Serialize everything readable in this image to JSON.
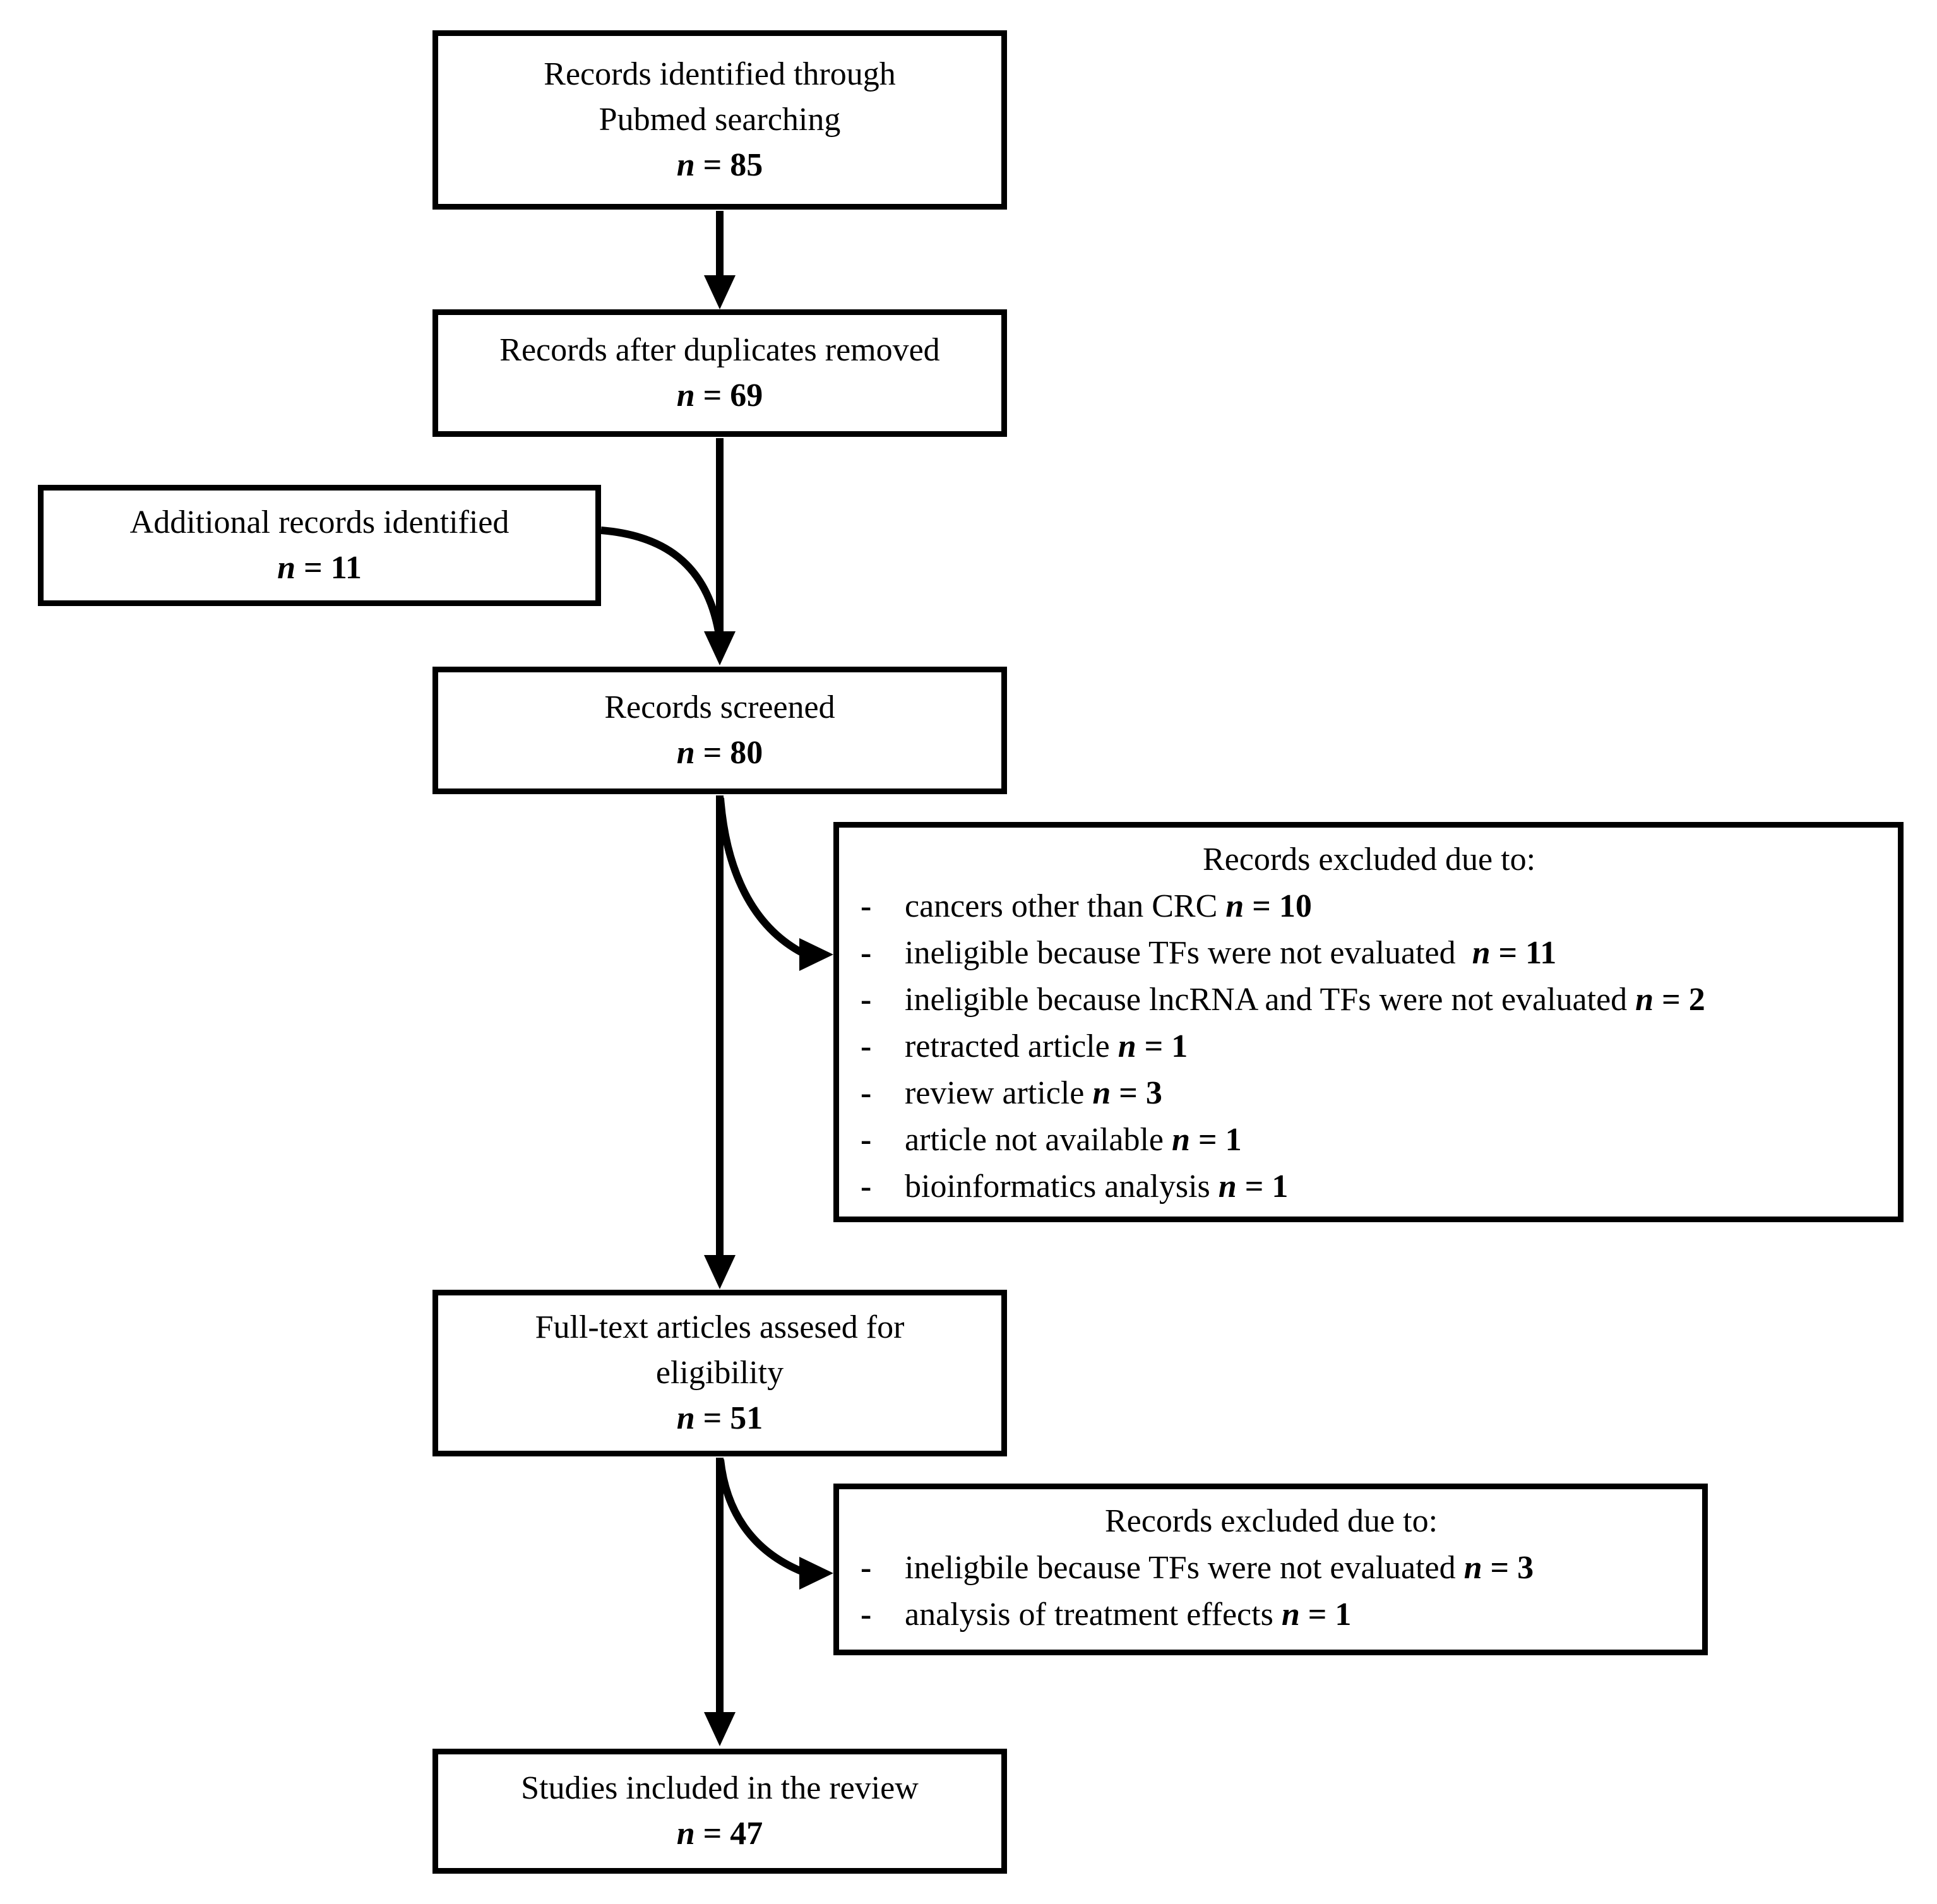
{
  "colors": {
    "ink": "#000000",
    "background": "#ffffff"
  },
  "boxes": {
    "identification": {
      "lines": [
        "Records identified through",
        "Pubmed searching"
      ],
      "n": "n",
      "count": " = 85"
    },
    "dedup": {
      "lines": [
        "Records after duplicates removed"
      ],
      "n": "n",
      "count": " = 69"
    },
    "additional": {
      "lines": [
        "Additional records identified"
      ],
      "n": "n",
      "count": " = 11"
    },
    "screened": {
      "lines": [
        "Records screened"
      ],
      "n": "n",
      "count": " = 80"
    },
    "excluded1": {
      "title": "Records excluded due to:",
      "bullet": "-",
      "items": [
        {
          "text": "cancers other than CRC ",
          "n": "n",
          "count": " = 10"
        },
        {
          "text": "ineligible because TFs were not evaluated  ",
          "n": "n",
          "count": " = 11"
        },
        {
          "text": "ineligible because lncRNA and TFs were not evaluated ",
          "n": "n",
          "count": " = 2"
        },
        {
          "text": "retracted article ",
          "n": "n",
          "count": " = 1"
        },
        {
          "text": "review article ",
          "n": "n",
          "count": " = 3"
        },
        {
          "text": "article not available ",
          "n": "n",
          "count": " = 1"
        },
        {
          "text": "bioinformatics analysis ",
          "n": "n",
          "count": " = 1"
        }
      ]
    },
    "fulltext": {
      "lines": [
        "Full-text articles assesed for",
        "eligibility"
      ],
      "n": "n",
      "count": " = 51"
    },
    "excluded2": {
      "title": "Records excluded due to:",
      "bullet": "-",
      "items": [
        {
          "text": "ineligbile because TFs were not evaluated ",
          "n": "n",
          "count": " = 3"
        },
        {
          "text": "analysis of treatment effects ",
          "n": "n",
          "count": " = 1"
        }
      ]
    },
    "included": {
      "lines": [
        "Studies included in the review"
      ],
      "n": "n",
      "count": " = 47"
    }
  }
}
